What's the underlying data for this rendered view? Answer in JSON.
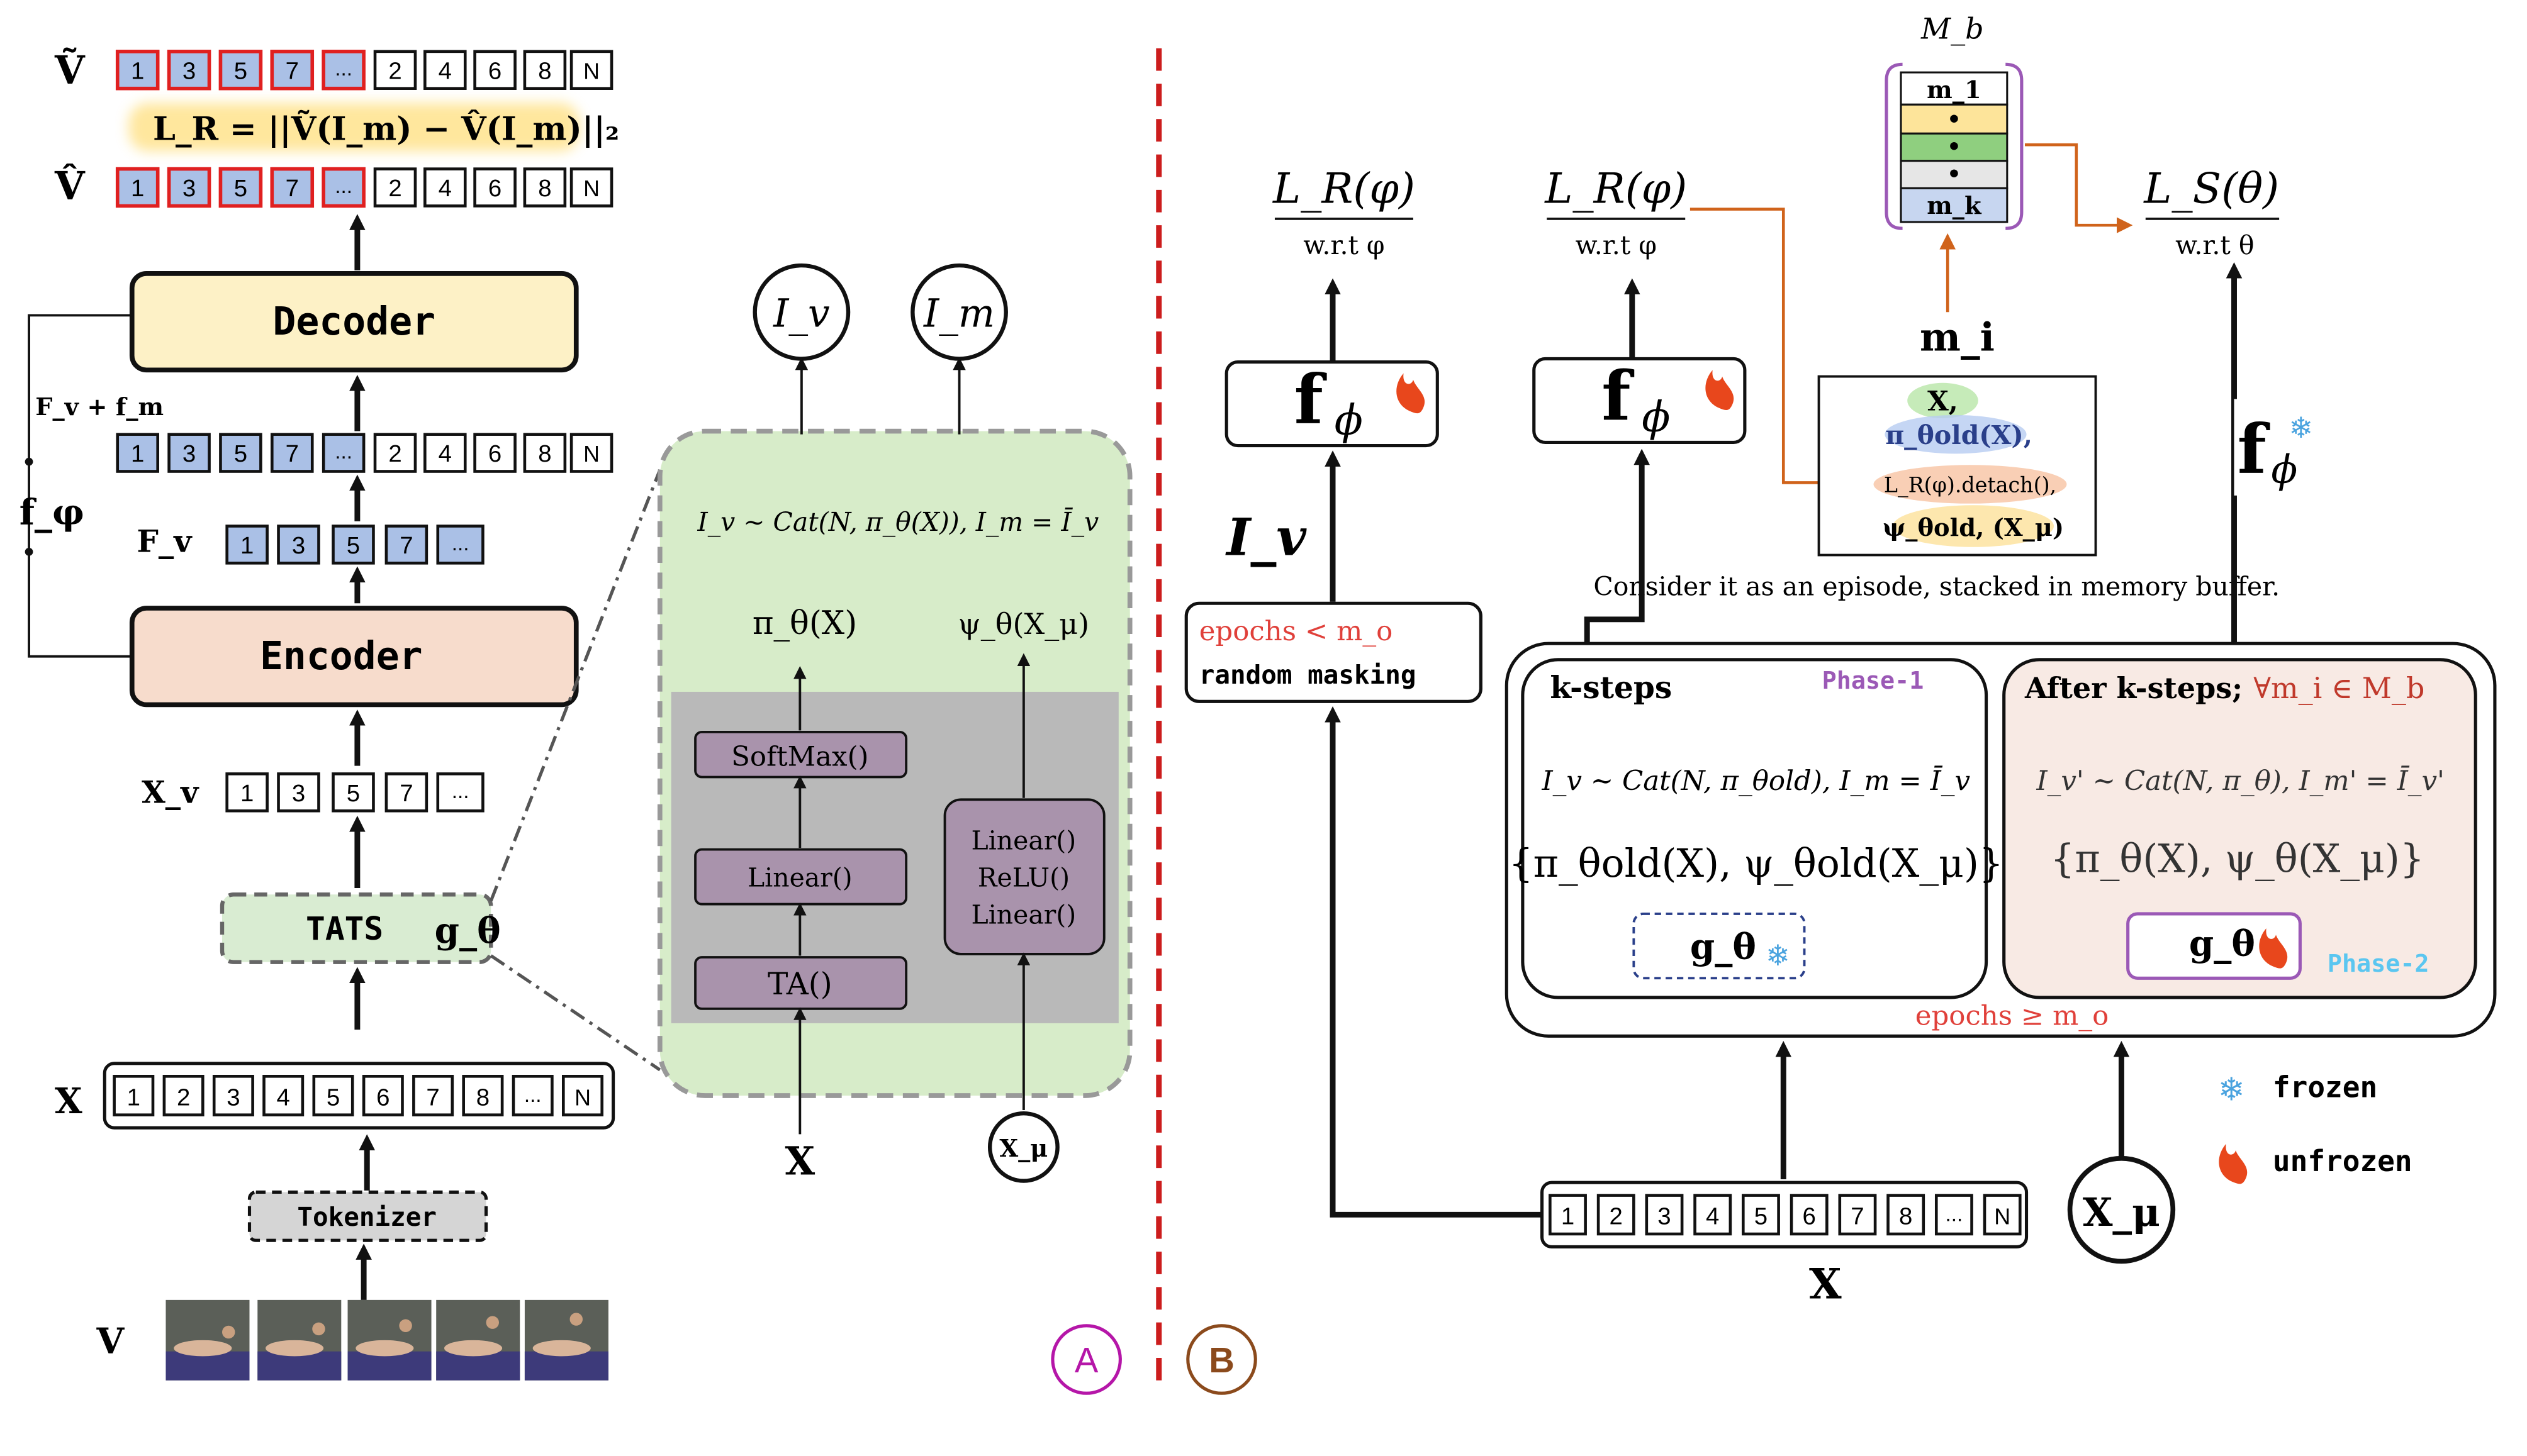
{
  "panel_a": {
    "v_tilde_label": "Ṽ",
    "v_hat_label": "V̂",
    "loss_text": "L_R = ||Ṽ(I_m) − V̂(I_m)||₂",
    "masked_tokens": [
      "1",
      "3",
      "5",
      "7",
      "..."
    ],
    "visible_tokens": [
      "2",
      "4",
      "6",
      "8",
      "N"
    ],
    "decoder_label": "Decoder",
    "encoder_label": "Encoder",
    "fv_fm_label": "F_v + f_m",
    "f_phi_label": "f_φ",
    "fv_label": "F_v",
    "xv_label": "X_v",
    "tats_label": "TATS",
    "g_theta_label": "g_θ",
    "x_label": "X",
    "v_label": "V",
    "input_tokens": [
      "1",
      "2",
      "3",
      "4",
      "5",
      "6",
      "7",
      "8",
      "...",
      "N"
    ],
    "tokenizer_label": "Tokenizer",
    "circle_label": "A",
    "inset": {
      "out_iv": "I_v",
      "out_im": "I_m",
      "formula": "I_v ∼ Cat(N, π_θ(X)), I_m = Ī_v",
      "pi_label": "π_θ(X)",
      "psi_label": "ψ_θ(X_μ)",
      "softmax": "SoftMax()",
      "linear": "Linear()",
      "ta": "TA()",
      "mlp": [
        "Linear()",
        "ReLU()",
        "Linear()"
      ],
      "x_input": "X",
      "xmu_input": "X_μ"
    }
  },
  "panel_b": {
    "loss_r1": "L_R(φ)",
    "wrt_phi": "w.r.t φ",
    "loss_r2": "L_R(φ)",
    "loss_s": "L_S(θ)",
    "wrt_theta": "w.r.t θ",
    "memory_label": "M_b",
    "memory_rows": [
      "m_1",
      "•",
      "•",
      "•",
      "m_k"
    ],
    "m_i_label": "m_i",
    "episode_items": [
      "X,",
      "π_θold(X),",
      "L_R(φ).detach(),",
      "ψ_θold, (X_μ)"
    ],
    "episode_caption": "Consider it as an episode, stacked in memory buffer.",
    "f_phi": "f",
    "iv_label": "I_v",
    "epochs_lt": "epochs < m_o",
    "random_masking": "random masking",
    "phase1_title": "k-steps",
    "phase1_tag": "Phase-1",
    "phase1_formula": "I_v ∼ Cat(N, π_θold), I_m = Ī_v",
    "phase1_set": "{π_θold(X), ψ_θold(X_μ)}",
    "phase2_title": "After k-steps;",
    "phase2_cond": "∀m_i ∈ M_b",
    "phase2_tag": "Phase-2",
    "phase2_formula": "I_v' ∼ Cat(N, π_θ), I_m' = Ī_v'",
    "phase2_set": "{π_θ(X), ψ_θ(X_μ)}",
    "g_theta": "g_θ",
    "epochs_ge": "epochs ≥ m_o",
    "legend_frozen": "frozen",
    "legend_unfrozen": "unfrozen",
    "input_tokens": [
      "1",
      "2",
      "3",
      "4",
      "5",
      "6",
      "7",
      "8",
      "...",
      "N"
    ],
    "x_label": "X",
    "xmu_label": "X_μ",
    "circle_label": "B"
  },
  "colors": {
    "token_blue": "#aac0e6",
    "token_red_border": "#e02020",
    "decoder_fill": "#fdf1c6",
    "encoder_fill": "#f7dccc",
    "tats_fill": "#d9ecd2",
    "inset_green": "#d7ecc9",
    "inset_gray": "#b9b9b9",
    "purple_block": "#a993ac",
    "divider_red": "#cc1d1d",
    "orange_arrow": "#d0631b",
    "phase1_purple": "#9b59b6",
    "phase2_cyan": "#5bc6f0",
    "frozen_blue": "#4aa3df",
    "flame_red": "#e8471c",
    "epochs_red": "#e0403a"
  }
}
